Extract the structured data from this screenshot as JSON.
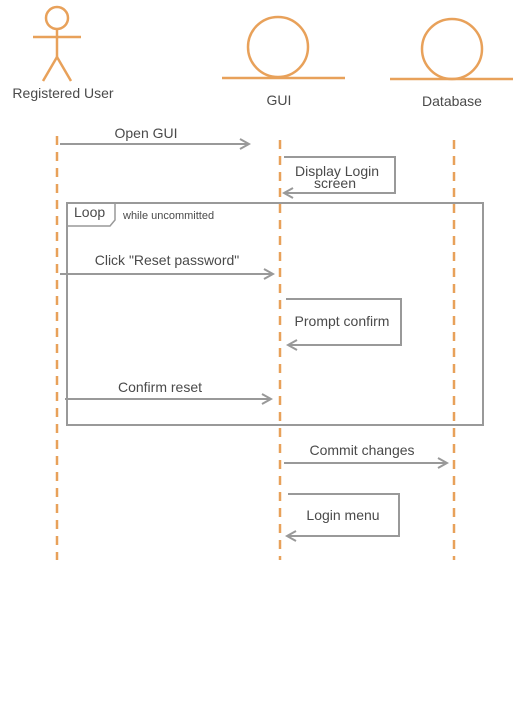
{
  "actors": {
    "user": "Registered User",
    "gui": "GUI",
    "database": "Database"
  },
  "messages": {
    "open_gui": "Open GUI",
    "display_login_line1": "Display Login",
    "display_login_line2": "screen",
    "click_reset": "Click \"Reset password\"",
    "prompt_confirm": "Prompt confirm",
    "confirm_reset": "Confirm reset",
    "commit_changes": "Commit changes",
    "login_menu": "Login menu"
  },
  "fragment": {
    "operator": "Loop",
    "guard": "while uncommitted"
  },
  "colors": {
    "lifeline": "#e8a15a",
    "arrow": "#999999",
    "text": "#4a4a4a"
  }
}
